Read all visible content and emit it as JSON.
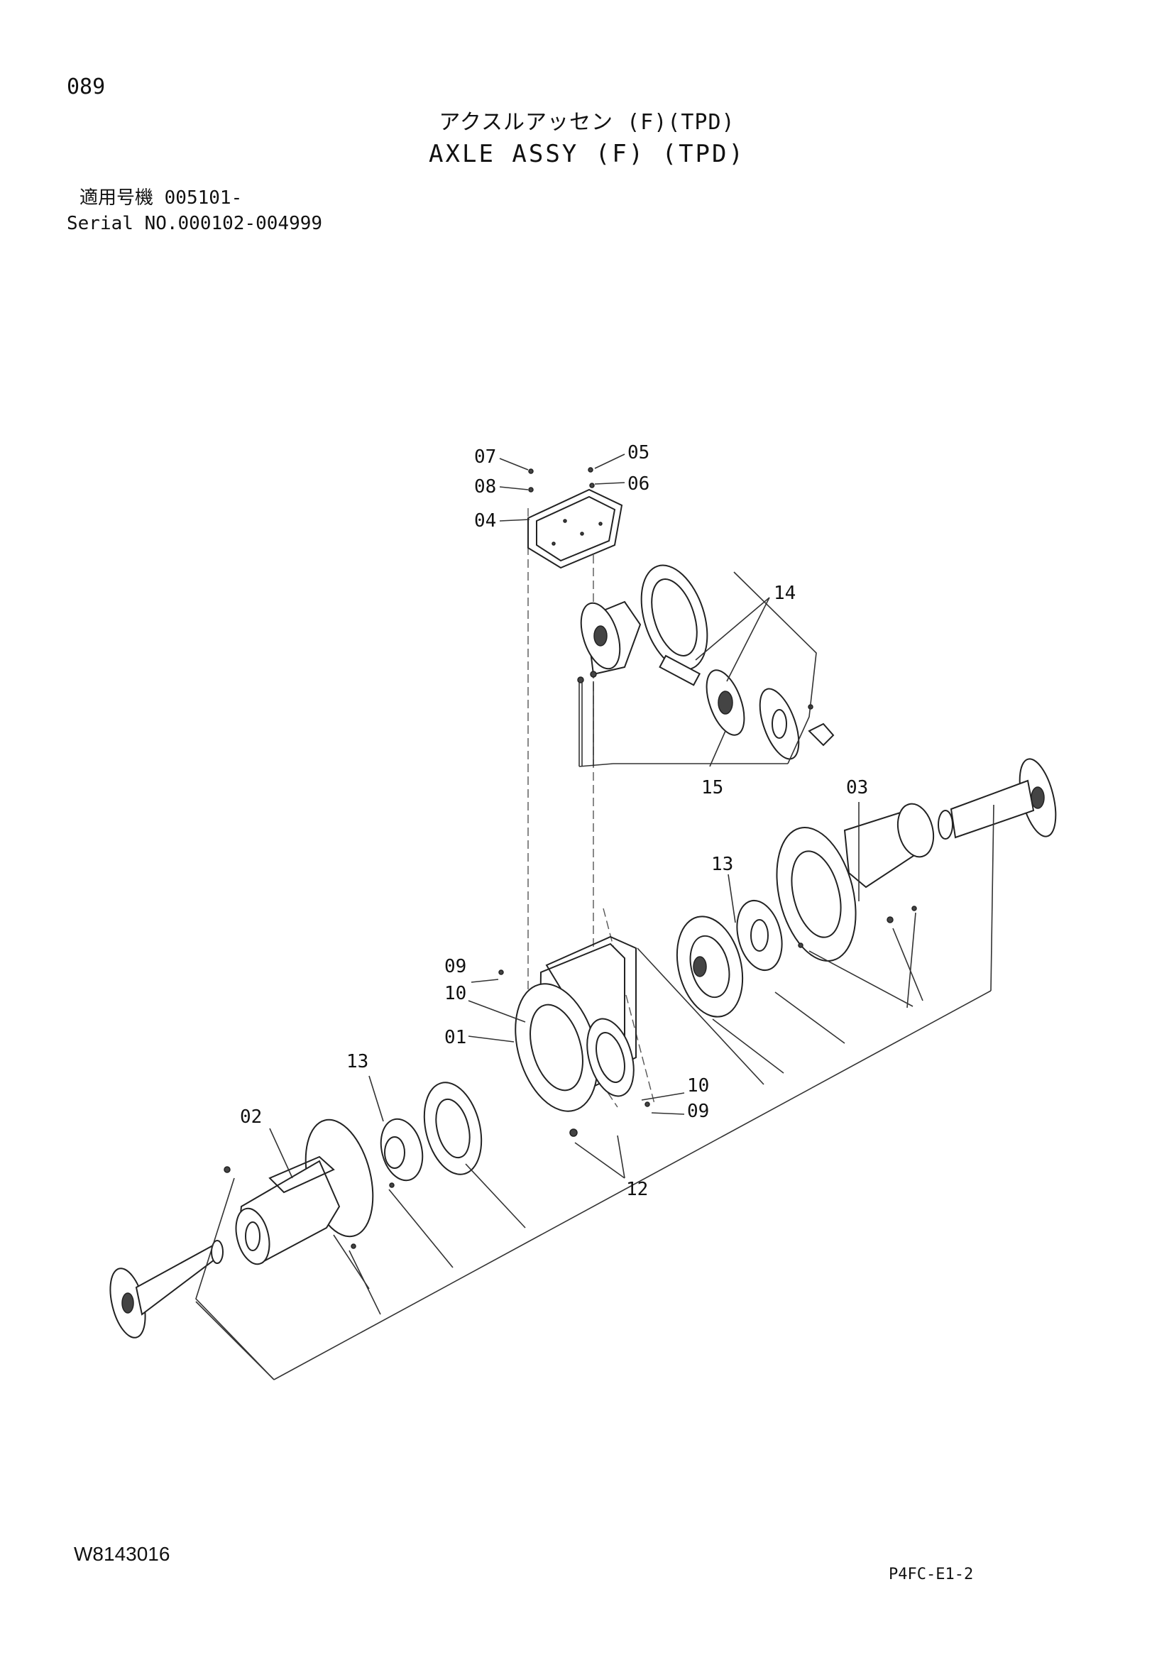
{
  "header": {
    "page_number": "089",
    "title_jp": "アクスルアッセン (F)(TPD)",
    "title_en": "AXLE ASSY (F) (TPD)",
    "serial_jp": "適用号機 005101-",
    "serial_en": "Serial NO.000102-004999"
  },
  "callouts": {
    "c01": "01",
    "c02": "02",
    "c03": "03",
    "c04": "04",
    "c05": "05",
    "c06": "06",
    "c07": "07",
    "c08": "08",
    "c09a": "09",
    "c09b": "09",
    "c10a": "10",
    "c10b": "10",
    "c12": "12",
    "c13a": "13",
    "c13b": "13",
    "c14": "14",
    "c15": "15"
  },
  "footer": {
    "drawing_no": "W8143016",
    "sheet_code": "P4FC-E1-2"
  }
}
